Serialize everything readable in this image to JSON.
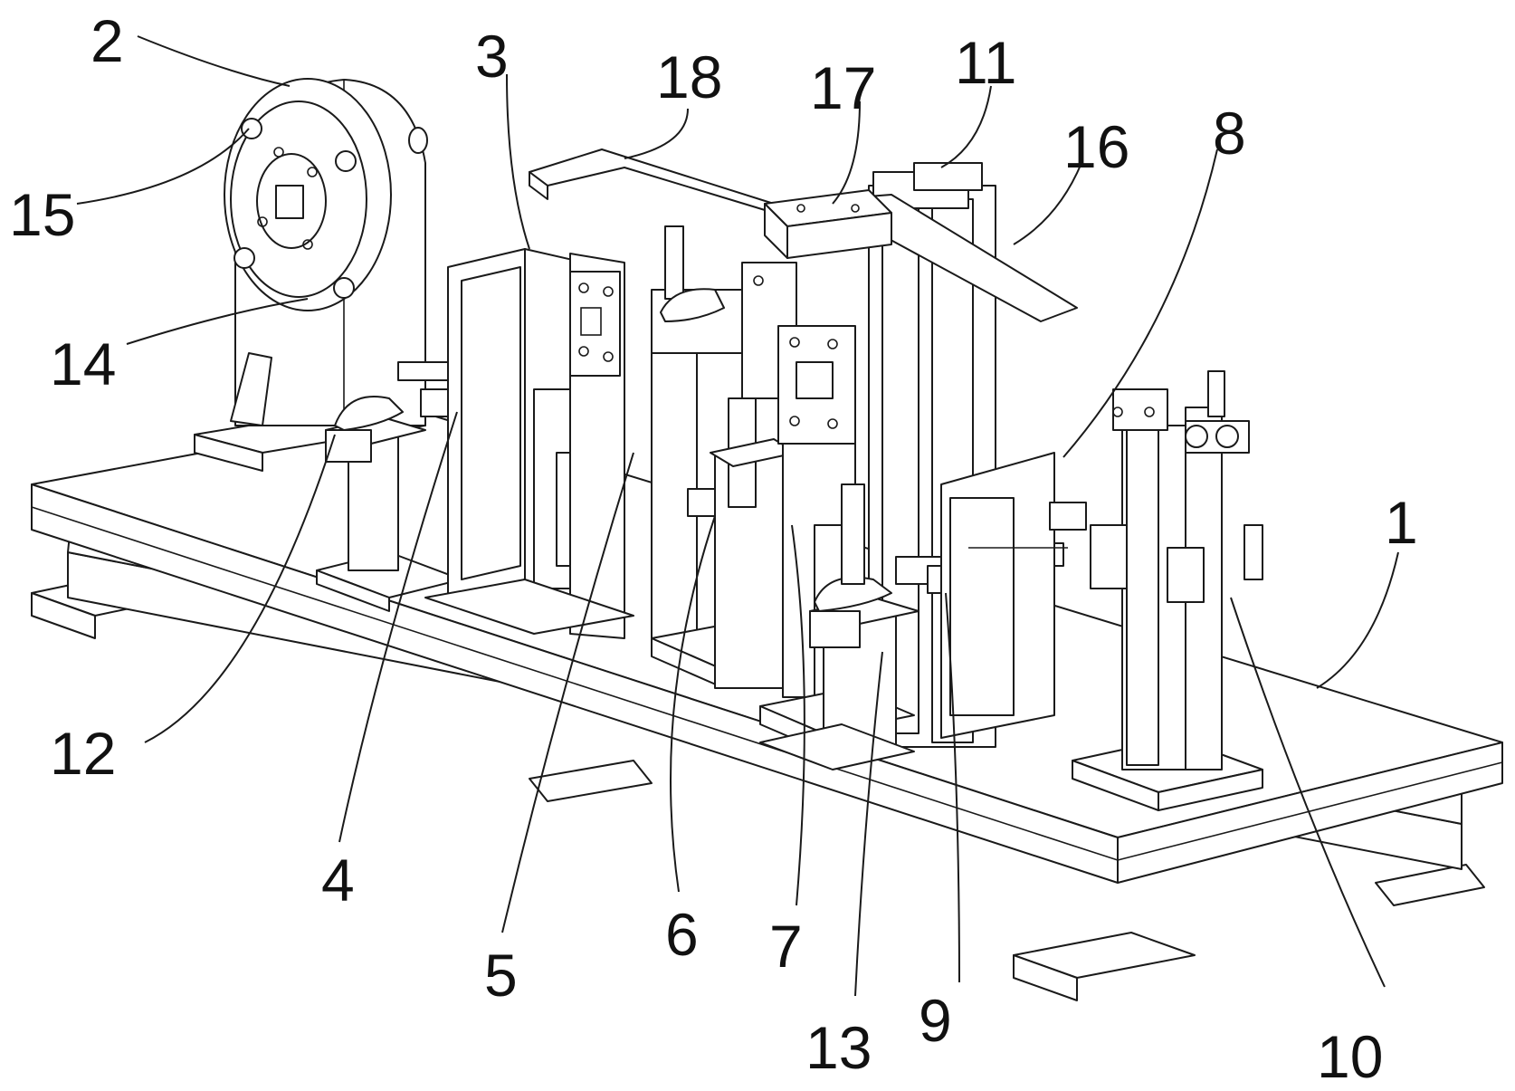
{
  "figure": {
    "labels": [
      "1",
      "2",
      "3",
      "4",
      "5",
      "6",
      "7",
      "8",
      "9",
      "10",
      "11",
      "12",
      "13",
      "14",
      "15",
      "16",
      "17",
      "18"
    ]
  },
  "colors": {
    "line": "#1a1a1a",
    "background": "#ffffff"
  }
}
